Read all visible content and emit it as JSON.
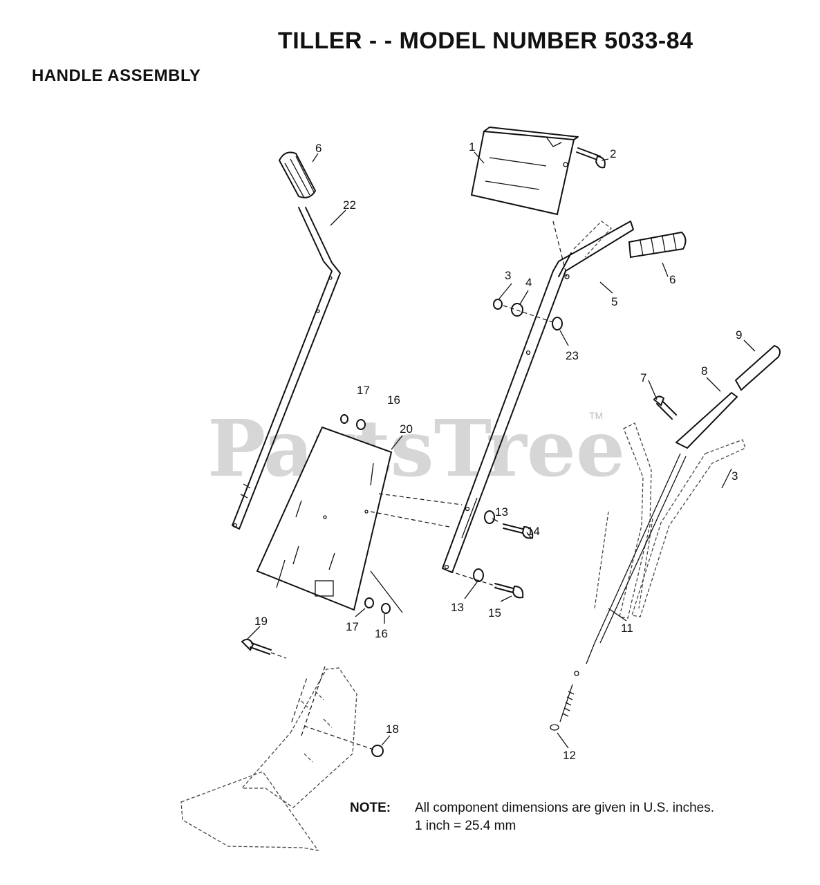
{
  "header": {
    "title": "TILLER - - MODEL NUMBER 5033-84",
    "subtitle": "HANDLE ASSEMBLY"
  },
  "watermark": {
    "text": "PartsTree",
    "tm": "TM"
  },
  "callouts": [
    {
      "id": "c1",
      "label": "1"
    },
    {
      "id": "c2",
      "label": "2"
    },
    {
      "id": "c3a",
      "label": "3"
    },
    {
      "id": "c4",
      "label": "4"
    },
    {
      "id": "c5",
      "label": "5"
    },
    {
      "id": "c6a",
      "label": "6"
    },
    {
      "id": "c6b",
      "label": "6"
    },
    {
      "id": "c22",
      "label": "22"
    },
    {
      "id": "c23",
      "label": "23"
    },
    {
      "id": "c9",
      "label": "9"
    },
    {
      "id": "c7",
      "label": "7"
    },
    {
      "id": "c8",
      "label": "8"
    },
    {
      "id": "c3b",
      "label": "3"
    },
    {
      "id": "c17a",
      "label": "17"
    },
    {
      "id": "c16a",
      "label": "16"
    },
    {
      "id": "c20",
      "label": "20"
    },
    {
      "id": "c13a",
      "label": "13"
    },
    {
      "id": "c14",
      "label": "14"
    },
    {
      "id": "c13b",
      "label": "13"
    },
    {
      "id": "c15",
      "label": "15"
    },
    {
      "id": "c11",
      "label": "11"
    },
    {
      "id": "c17b",
      "label": "17"
    },
    {
      "id": "c16b",
      "label": "16"
    },
    {
      "id": "c19",
      "label": "19"
    },
    {
      "id": "c18",
      "label": "18"
    },
    {
      "id": "c12",
      "label": "12"
    }
  ],
  "note": {
    "label": "NOTE:",
    "line1": "All component dimensions are given in U.S. inches.",
    "line2": "1 inch = 25.4 mm"
  }
}
